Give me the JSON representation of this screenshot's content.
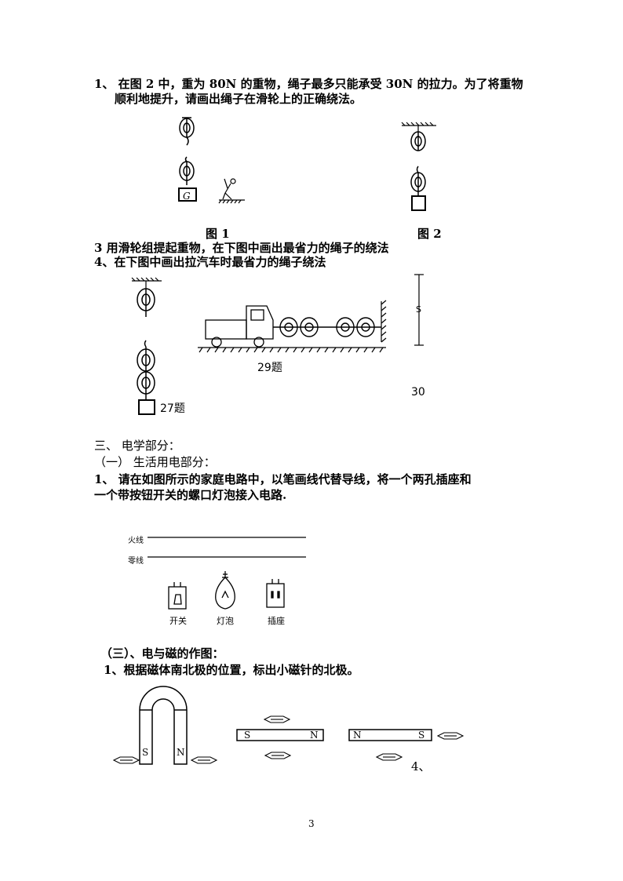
{
  "q1": {
    "line1": "1、 在图 2 中，重为 80N 的重物，绳子最多只能承受 30N 的拉力。为了将重物",
    "line2": "顺利地提升，请画出绳子在滑轮上的正确绕法。"
  },
  "fig1": {
    "block_label": "G",
    "caption": "图 1"
  },
  "fig2": {
    "caption": "图 2"
  },
  "q3": {
    "text": "3 用滑轮组提起重物，在下图中画出最省力的绳子的绕法"
  },
  "q4": {
    "text": "4、在下图中画出拉汽车时最省力的绳子绕法"
  },
  "fig27": {
    "label": "27题"
  },
  "fig29": {
    "label": "29题"
  },
  "fig30": {
    "side_mark": "S",
    "label": "30"
  },
  "section3": {
    "title": "三、   电学部分：",
    "sub1": "（一）  生活用电部分：",
    "q1_line1": "1、 请在如图所示的家庭电路中，以笔画线代替导线，将一个两孔插座和",
    "q1_line2": "一个带按钮开关的螺口灯泡接入电路."
  },
  "circuit": {
    "live": "火线",
    "neutral": "零线",
    "switch": "开关",
    "bulb": "灯泡",
    "socket": "插座"
  },
  "section3_3": {
    "title": "（三）、电与磁的作图：",
    "q1": "1、根据磁体南北极的位置，标出小磁针的北极。"
  },
  "magnets": {
    "u_left": "S",
    "u_right": "N",
    "bar1_left": "S",
    "bar1_right": "N",
    "bar2_left": "N",
    "bar2_right": "S",
    "next_item": "4、"
  },
  "page_number": "3"
}
